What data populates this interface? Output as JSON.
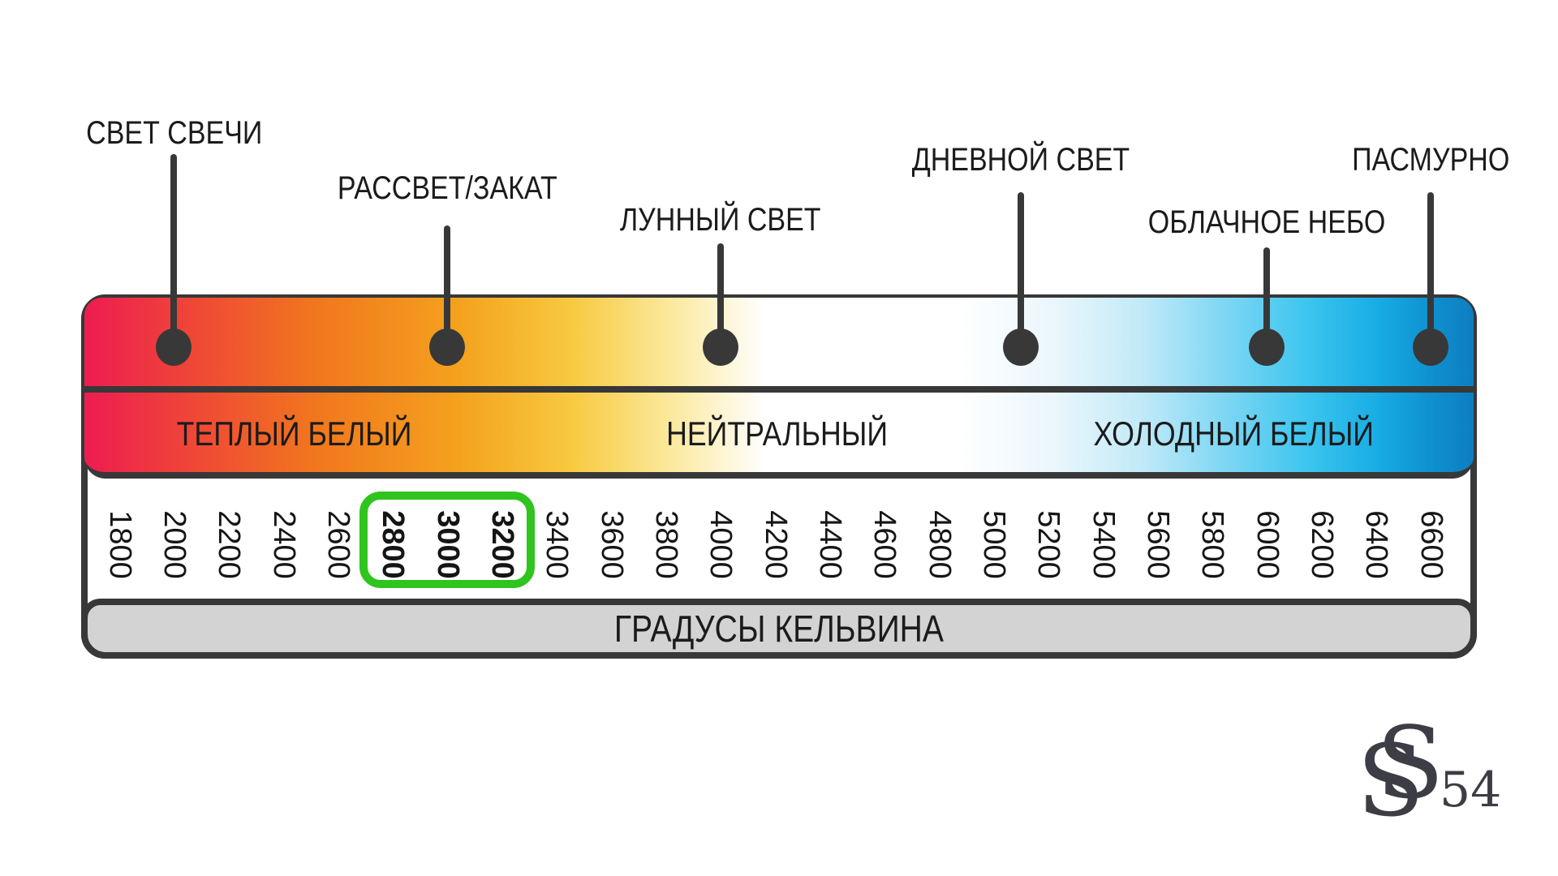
{
  "markers": [
    {
      "name": "candle-light",
      "label": "СВЕТ СВЕЧИ",
      "kelvin": 2000
    },
    {
      "name": "sunrise-sunset",
      "label": "РАССВЕТ/ЗАКАТ",
      "kelvin": 3000
    },
    {
      "name": "moonlight",
      "label": "ЛУННЫЙ СВЕТ",
      "kelvin": 4000
    },
    {
      "name": "daylight",
      "label": "ДНЕВНОЙ СВЕТ",
      "kelvin": 5100
    },
    {
      "name": "cloudy-sky",
      "label": "ОБЛАЧНОЕ НЕБО",
      "kelvin": 6000
    },
    {
      "name": "overcast",
      "label": "ПАСМУРНО",
      "kelvin": 6600
    }
  ],
  "zones": [
    {
      "name": "warm-white",
      "label": "ТЕПЛЫЙ БЕЛЫЙ"
    },
    {
      "name": "neutral",
      "label": "НЕЙТРАЛЬНЫЙ"
    },
    {
      "name": "cold-white",
      "label": "ХОЛОДНЫЙ БЕЛЫЙ"
    }
  ],
  "scale": {
    "axis_title": "ГРАДУСЫ КЕЛЬВИНА",
    "min": 1800,
    "max": 6600,
    "step": 200,
    "values": [
      1800,
      2000,
      2200,
      2400,
      2600,
      2800,
      3000,
      3200,
      3400,
      3600,
      3800,
      4000,
      4200,
      4400,
      4600,
      4800,
      5000,
      5200,
      5400,
      5600,
      5800,
      6000,
      6200,
      6400,
      6600
    ],
    "highlighted": [
      2800,
      3000,
      3200
    ]
  },
  "logo": {
    "letter": "S",
    "number": "54"
  },
  "colors": {
    "outline": "#383838",
    "text": "#1b1b1b",
    "highlight_green": "#2fc41e",
    "axis_bar_fill": "#d3d3d3",
    "gradient_stops": [
      "#ee1c50",
      "#ef4836",
      "#f1781d",
      "#f4a21e",
      "#f7c93f",
      "#fbe89a",
      "#ffffff",
      "#e9f6fc",
      "#c2eaf8",
      "#7fd7f4",
      "#3cc5ef",
      "#18ade4",
      "#0f90d0",
      "#0d7ec0"
    ]
  }
}
